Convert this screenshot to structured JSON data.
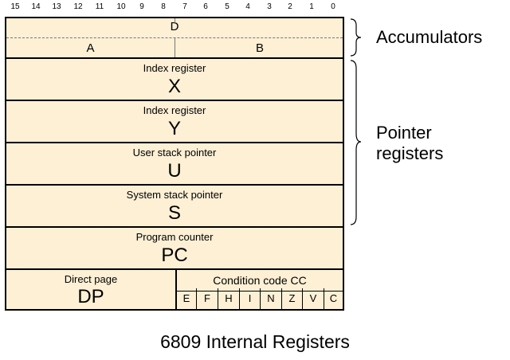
{
  "bit_numbers": [
    "15",
    "14",
    "13",
    "12",
    "11",
    "10",
    "9",
    "8",
    "7",
    "6",
    "5",
    "4",
    "3",
    "2",
    "1",
    "0"
  ],
  "accumulators": {
    "full": "D",
    "high": "A",
    "low": "B"
  },
  "registers": [
    {
      "desc": "Index register",
      "name": "X"
    },
    {
      "desc": "Index register",
      "name": "Y"
    },
    {
      "desc": "User stack pointer",
      "name": "U"
    },
    {
      "desc": "System stack pointer",
      "name": "S"
    },
    {
      "desc": "Program counter",
      "name": "PC"
    }
  ],
  "direct_page": {
    "desc": "Direct page",
    "name": "DP"
  },
  "condition_code": {
    "desc": "Condition code CC",
    "flags": [
      "E",
      "F",
      "H",
      "I",
      "N",
      "Z",
      "V",
      "C"
    ]
  },
  "groups": {
    "accumulators": "Accumulators",
    "pointer_line1": "Pointer",
    "pointer_line2": "registers"
  },
  "caption": "6809 Internal Registers"
}
